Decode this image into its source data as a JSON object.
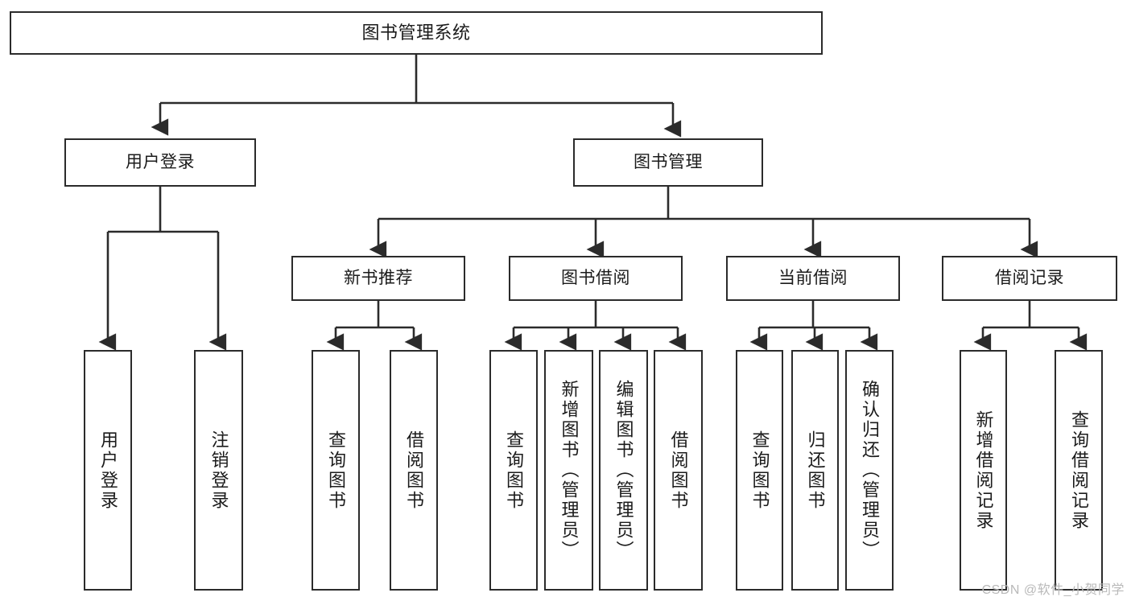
{
  "diagram": {
    "title": "图书管理系统",
    "type": "hierarchy-tree",
    "orientation": "top-down",
    "colors": {
      "box_border": "#2b2b2b",
      "box_fill": "#ffffff",
      "edge": "#2b2b2b",
      "text": "#1b1b1b",
      "watermark": "#b9b9b9"
    },
    "levels": [
      {
        "level": 1,
        "nodes": [
          {
            "id": "root",
            "label": "图书管理系统",
            "text_direction": "horizontal"
          }
        ]
      },
      {
        "level": 2,
        "nodes": [
          {
            "id": "login",
            "label": "用户登录",
            "text_direction": "horizontal"
          },
          {
            "id": "bookmgmt",
            "label": "图书管理",
            "text_direction": "horizontal"
          }
        ]
      },
      {
        "level": 3,
        "nodes": [
          {
            "id": "newbook",
            "label": "新书推荐",
            "text_direction": "horizontal"
          },
          {
            "id": "borrow",
            "label": "图书借阅",
            "text_direction": "horizontal"
          },
          {
            "id": "current",
            "label": "当前借阅",
            "text_direction": "horizontal"
          },
          {
            "id": "record",
            "label": "借阅记录",
            "text_direction": "horizontal"
          }
        ]
      },
      {
        "level": 4,
        "nodes": [
          {
            "id": "leaf1",
            "label": "用户登录",
            "text_direction": "vertical",
            "parent": "login"
          },
          {
            "id": "leaf2",
            "label": "注销登录",
            "text_direction": "vertical",
            "parent": "login"
          },
          {
            "id": "leaf3",
            "label": "查询图书",
            "text_direction": "vertical",
            "parent": "newbook"
          },
          {
            "id": "leaf4",
            "label": "借阅图书",
            "text_direction": "vertical",
            "parent": "newbook"
          },
          {
            "id": "leaf5",
            "label": "查询图书",
            "text_direction": "vertical",
            "parent": "borrow"
          },
          {
            "id": "leaf6",
            "label": "新增图书（管理员）",
            "text_direction": "vertical",
            "parent": "borrow"
          },
          {
            "id": "leaf7",
            "label": "编辑图书（管理员）",
            "text_direction": "vertical",
            "parent": "borrow"
          },
          {
            "id": "leaf8",
            "label": "借阅图书",
            "text_direction": "vertical",
            "parent": "borrow"
          },
          {
            "id": "leaf9",
            "label": "查询图书",
            "text_direction": "vertical",
            "parent": "current"
          },
          {
            "id": "leaf10",
            "label": "归还图书",
            "text_direction": "vertical",
            "parent": "current"
          },
          {
            "id": "leaf11",
            "label": "确认归还（管理员）",
            "text_direction": "vertical",
            "parent": "current"
          },
          {
            "id": "leaf12",
            "label": "新增借阅记录",
            "text_direction": "vertical",
            "parent": "record"
          },
          {
            "id": "leaf13",
            "label": "查询借阅记录",
            "text_direction": "vertical",
            "parent": "record"
          }
        ]
      }
    ]
  },
  "watermark": {
    "text": "CSDN @软件_小贺同学"
  }
}
